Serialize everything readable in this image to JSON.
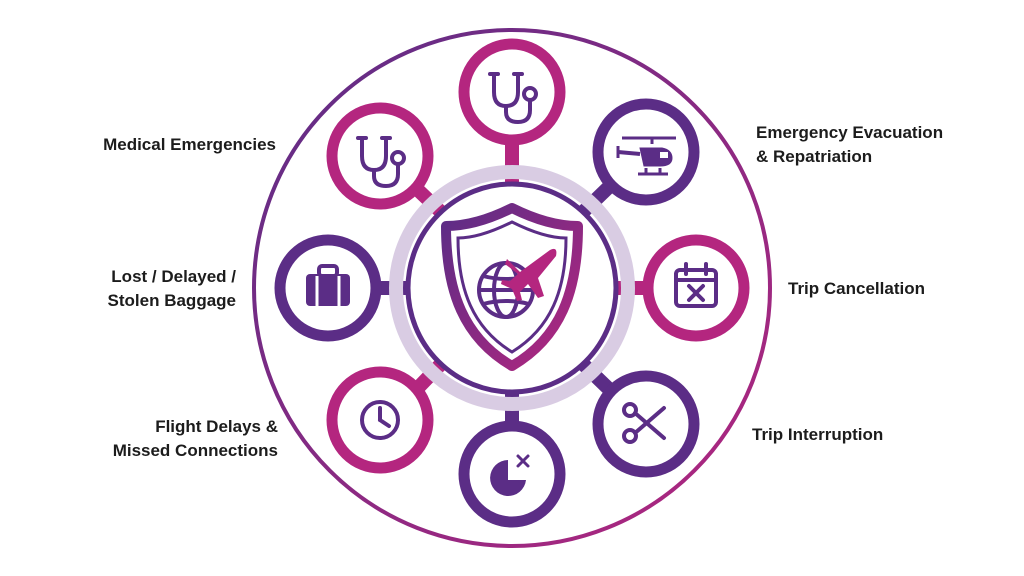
{
  "colors": {
    "purple": "#5b2d86",
    "magenta": "#b4267f",
    "ring_light": "#d9cce3",
    "text": "#1c1c1c"
  },
  "center": {
    "icon": "shield-globe-plane-icon"
  },
  "nodes": [
    {
      "id": "top",
      "icon": "stethoscope-icon",
      "color": "magenta"
    },
    {
      "id": "top-right",
      "icon": "helicopter-icon",
      "color": "purple"
    },
    {
      "id": "right",
      "icon": "calendar-cancel-icon",
      "color": "magenta"
    },
    {
      "id": "bottom-right",
      "icon": "scissors-icon",
      "color": "purple"
    },
    {
      "id": "bottom",
      "icon": "moon-clock-cancel-icon",
      "color": "purple"
    },
    {
      "id": "bottom-left",
      "icon": "clock-icon",
      "color": "magenta"
    },
    {
      "id": "left",
      "icon": "suitcase-icon",
      "color": "purple"
    },
    {
      "id": "top-left",
      "icon": "stethoscope-icon",
      "color": "magenta"
    }
  ],
  "labels": {
    "medical": [
      "Medical Emergencies"
    ],
    "evacuation": [
      "Emergency Evacuation",
      "& Repatriation"
    ],
    "baggage": [
      "Lost / Delayed /",
      "Stolen Baggage"
    ],
    "cancellation": [
      "Trip Cancellation"
    ],
    "delays": [
      "Flight Delays &",
      "Missed Connections"
    ],
    "interruption": [
      "Trip Interruption"
    ]
  }
}
